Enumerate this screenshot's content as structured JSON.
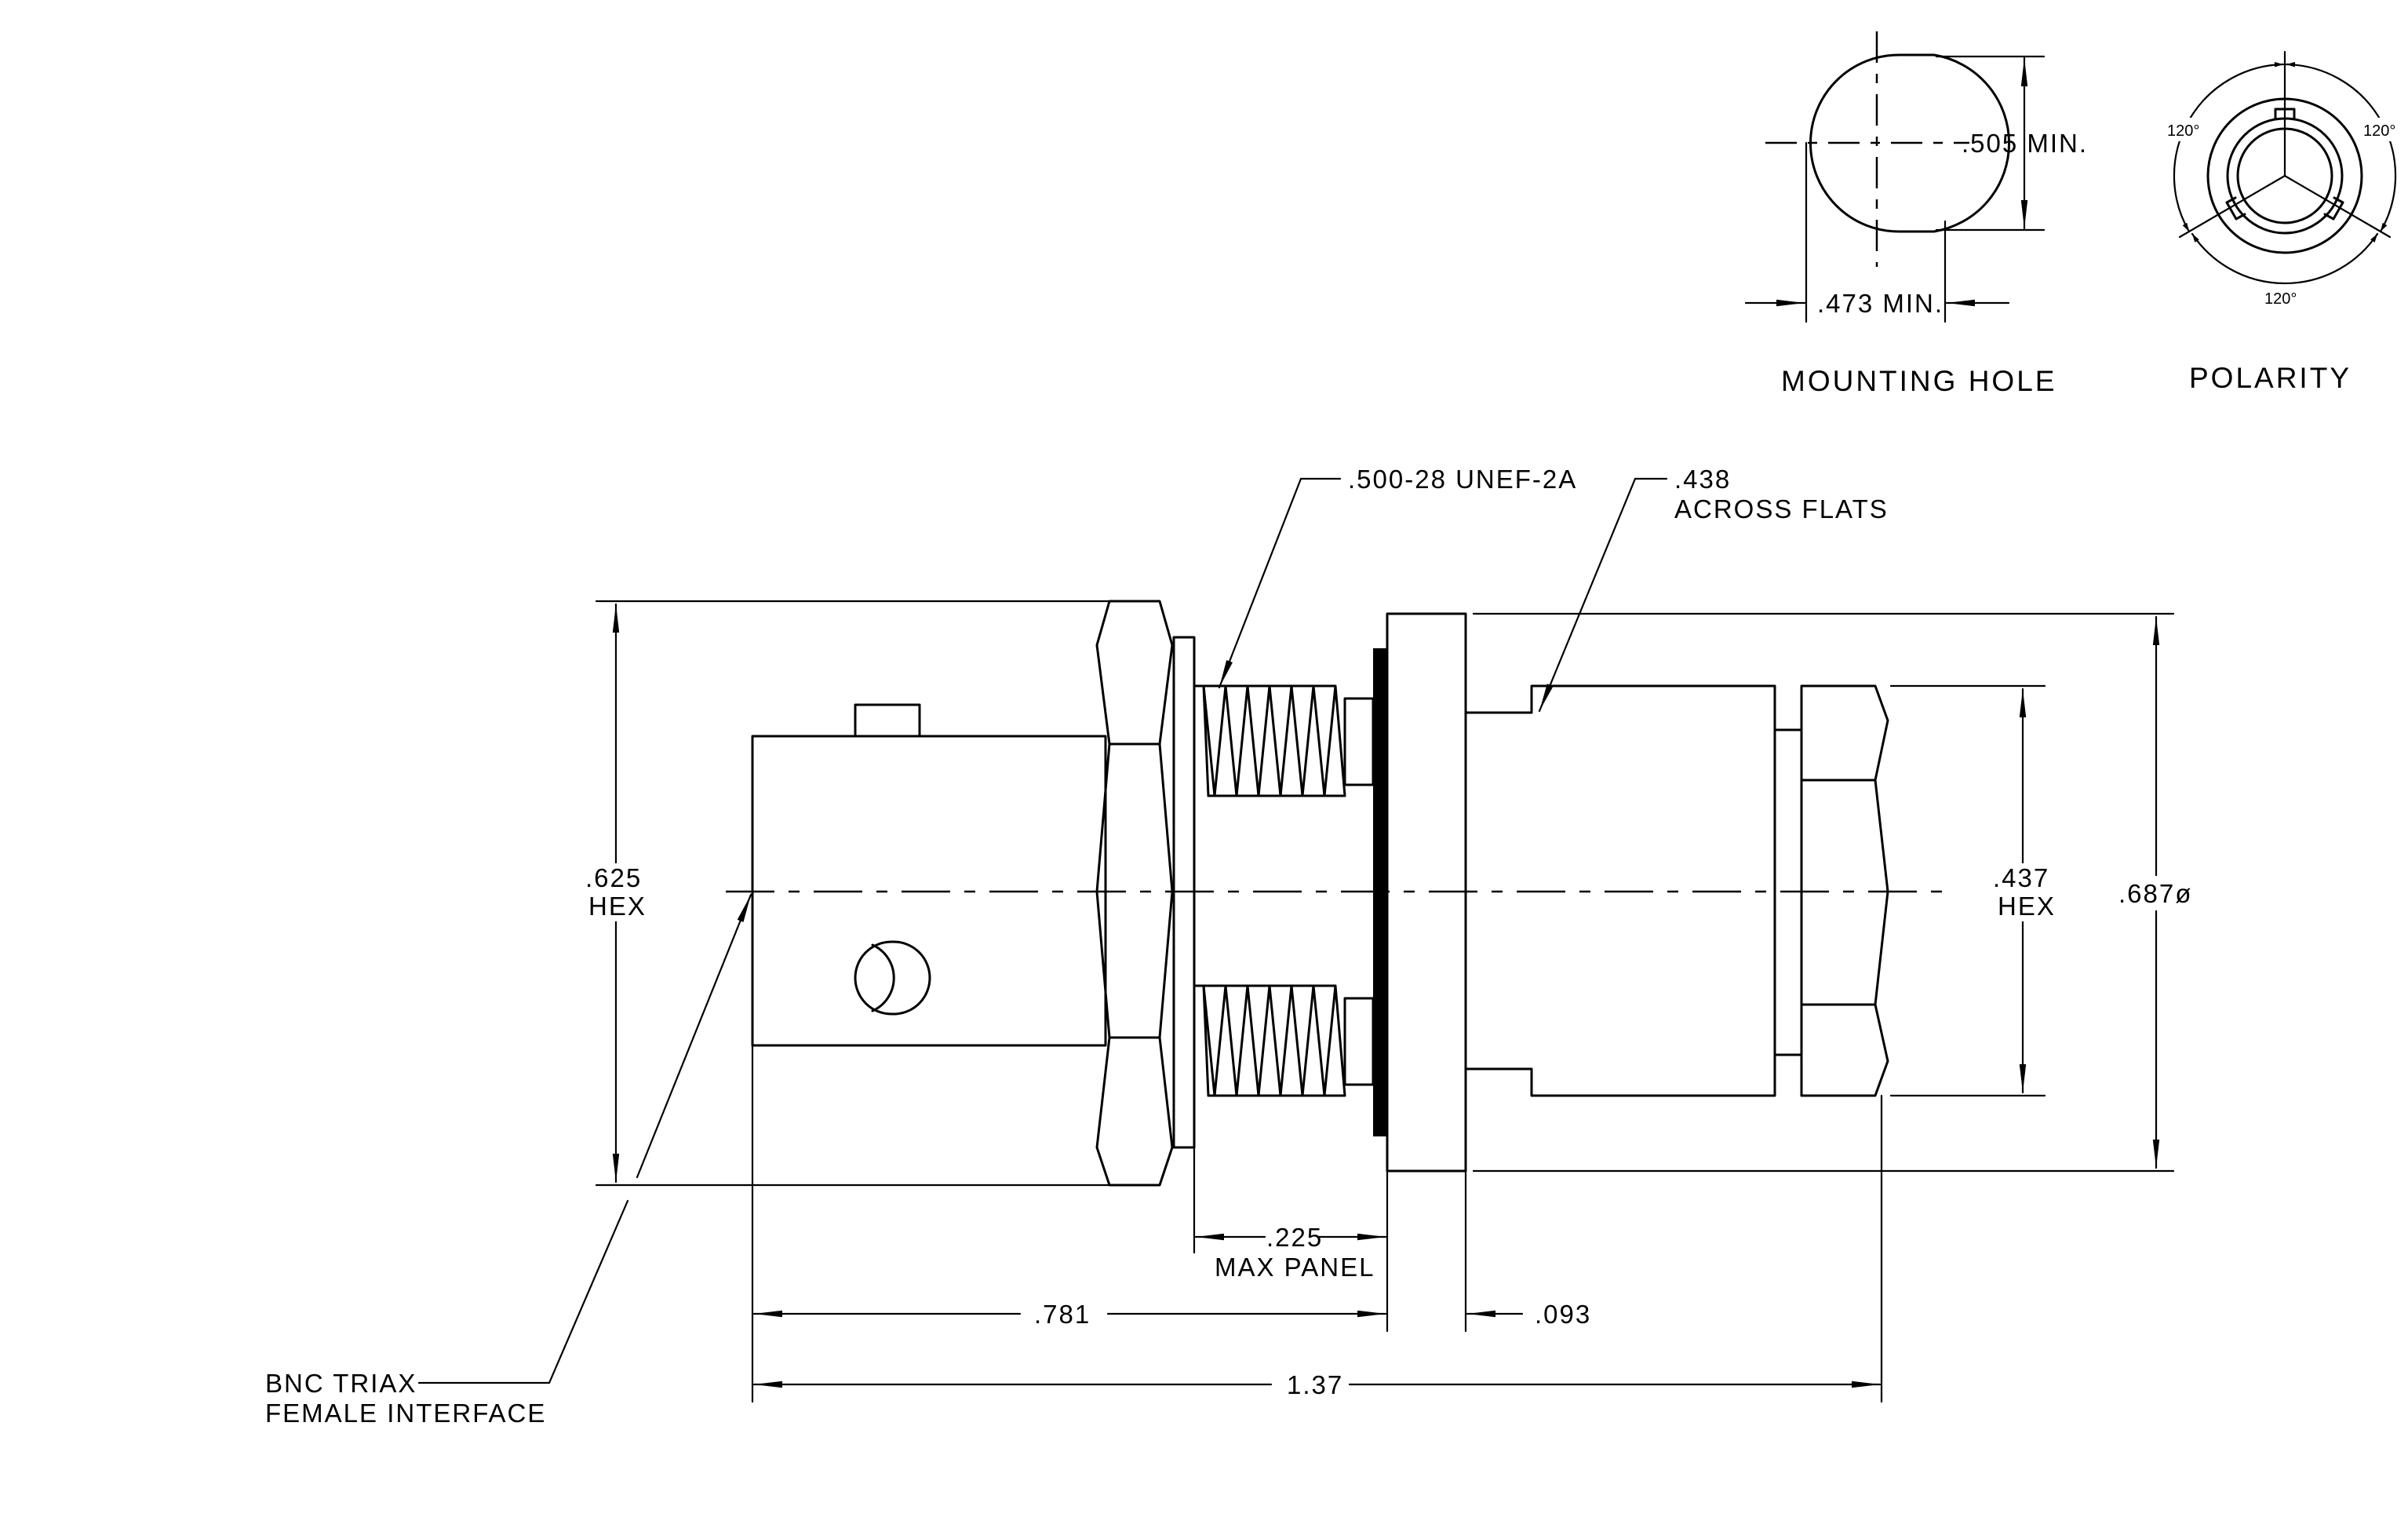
{
  "views": {
    "mounting_hole": {
      "title": "MOUNTING HOLE",
      "dim_height": ".505 MIN.",
      "dim_width": ".473 MIN."
    },
    "polarity": {
      "title": "POLARITY",
      "angle_left": "120°",
      "angle_right": "120°",
      "angle_bottom": "120°"
    }
  },
  "callouts": {
    "thread": ".500-28 UNEF-2A",
    "flats_line1": ".438",
    "flats_line2": "ACROSS FLATS",
    "interface_line1": "BNC TRIAX",
    "interface_line2": "FEMALE INTERFACE"
  },
  "dimensions": {
    "front_hex_line1": ".625",
    "front_hex_line2": "HEX",
    "rear_hex_line1": ".437",
    "rear_hex_line2": "HEX",
    "flange_dia": ".687ø",
    "panel_line1": ".225",
    "panel_line2": "MAX PANEL",
    "front_length": ".781",
    "flange_thickness": ".093",
    "overall_length": "1.37"
  }
}
